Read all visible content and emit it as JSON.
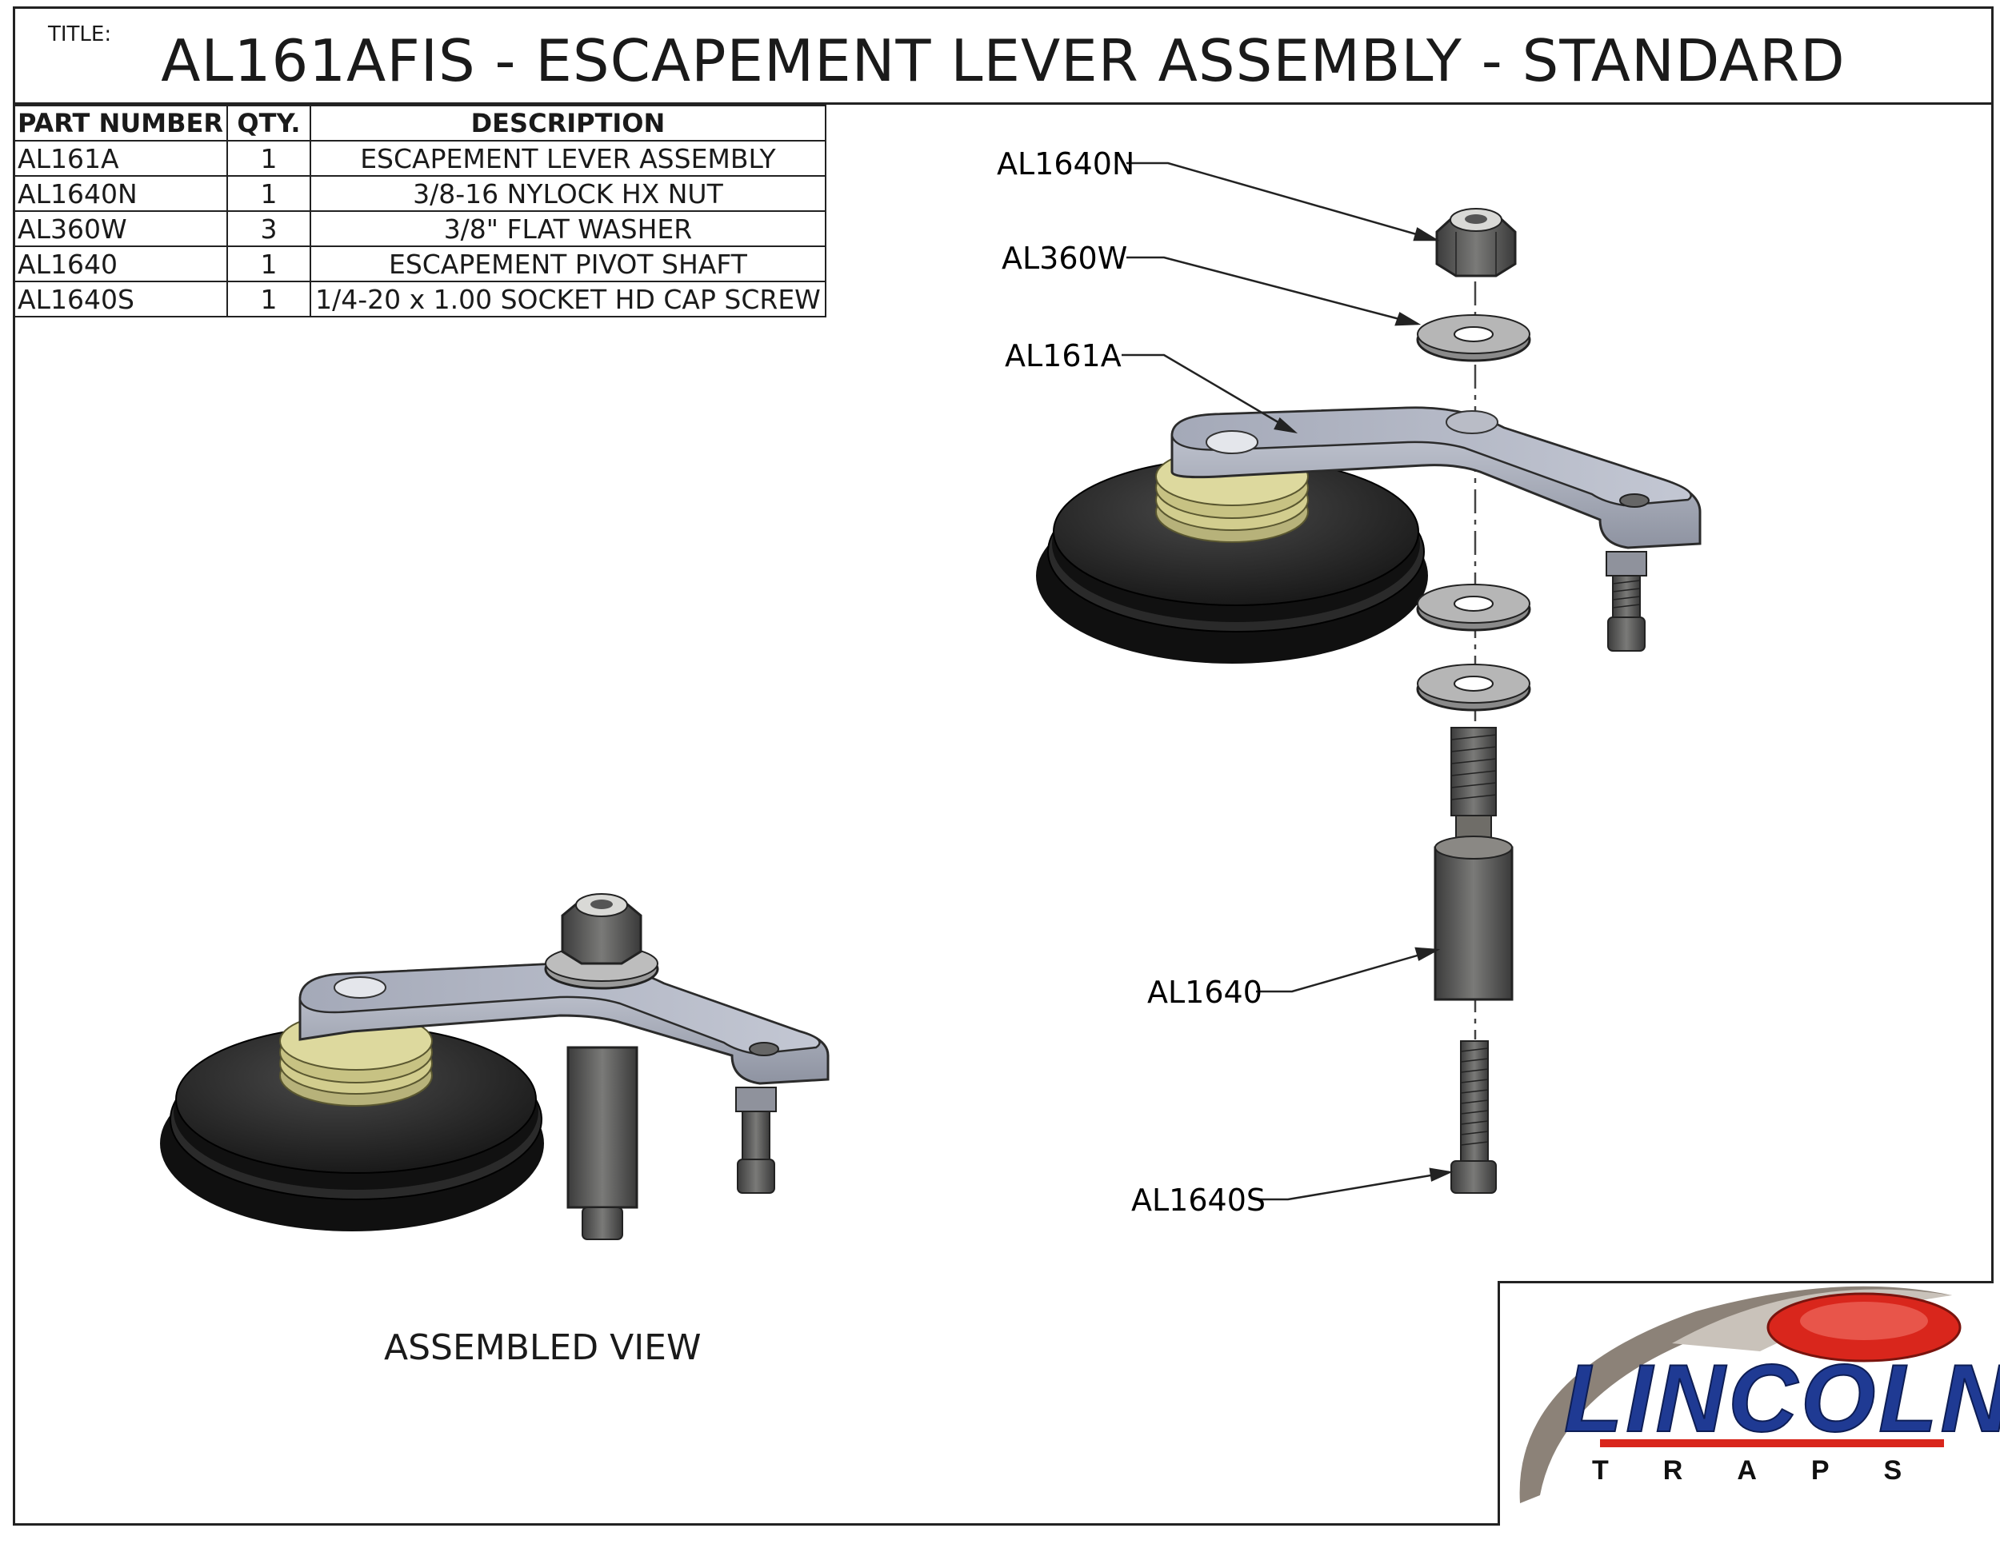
{
  "title_label": "TITLE:",
  "title": "AL161AFIS - ESCAPEMENT LEVER ASSEMBLY - STANDARD",
  "bom": {
    "headers": [
      "PART NUMBER",
      "QTY.",
      "DESCRIPTION"
    ],
    "rows": [
      [
        "AL161A",
        "1",
        "ESCAPEMENT LEVER ASSEMBLY"
      ],
      [
        "AL1640N",
        "1",
        "3/8-16 NYLOCK HX NUT"
      ],
      [
        "AL360W",
        "3",
        "3/8\" FLAT WASHER"
      ],
      [
        "AL1640",
        "1",
        "ESCAPEMENT PIVOT SHAFT"
      ],
      [
        "AL1640S",
        "1",
        "1/4-20 x 1.00 SOCKET HD CAP SCREW"
      ]
    ]
  },
  "callouts": {
    "nut": "AL1640N",
    "washer": "AL360W",
    "lever": "AL161A",
    "shaft": "AL1640",
    "screw": "AL1640S"
  },
  "assembled_label": "ASSEMBLED VIEW",
  "logo": {
    "brand": "LINCOLN",
    "sub": "TRAPS",
    "colors": {
      "blue": "#1f3a93",
      "red": "#d9261c",
      "grey": "#8c8278"
    }
  }
}
